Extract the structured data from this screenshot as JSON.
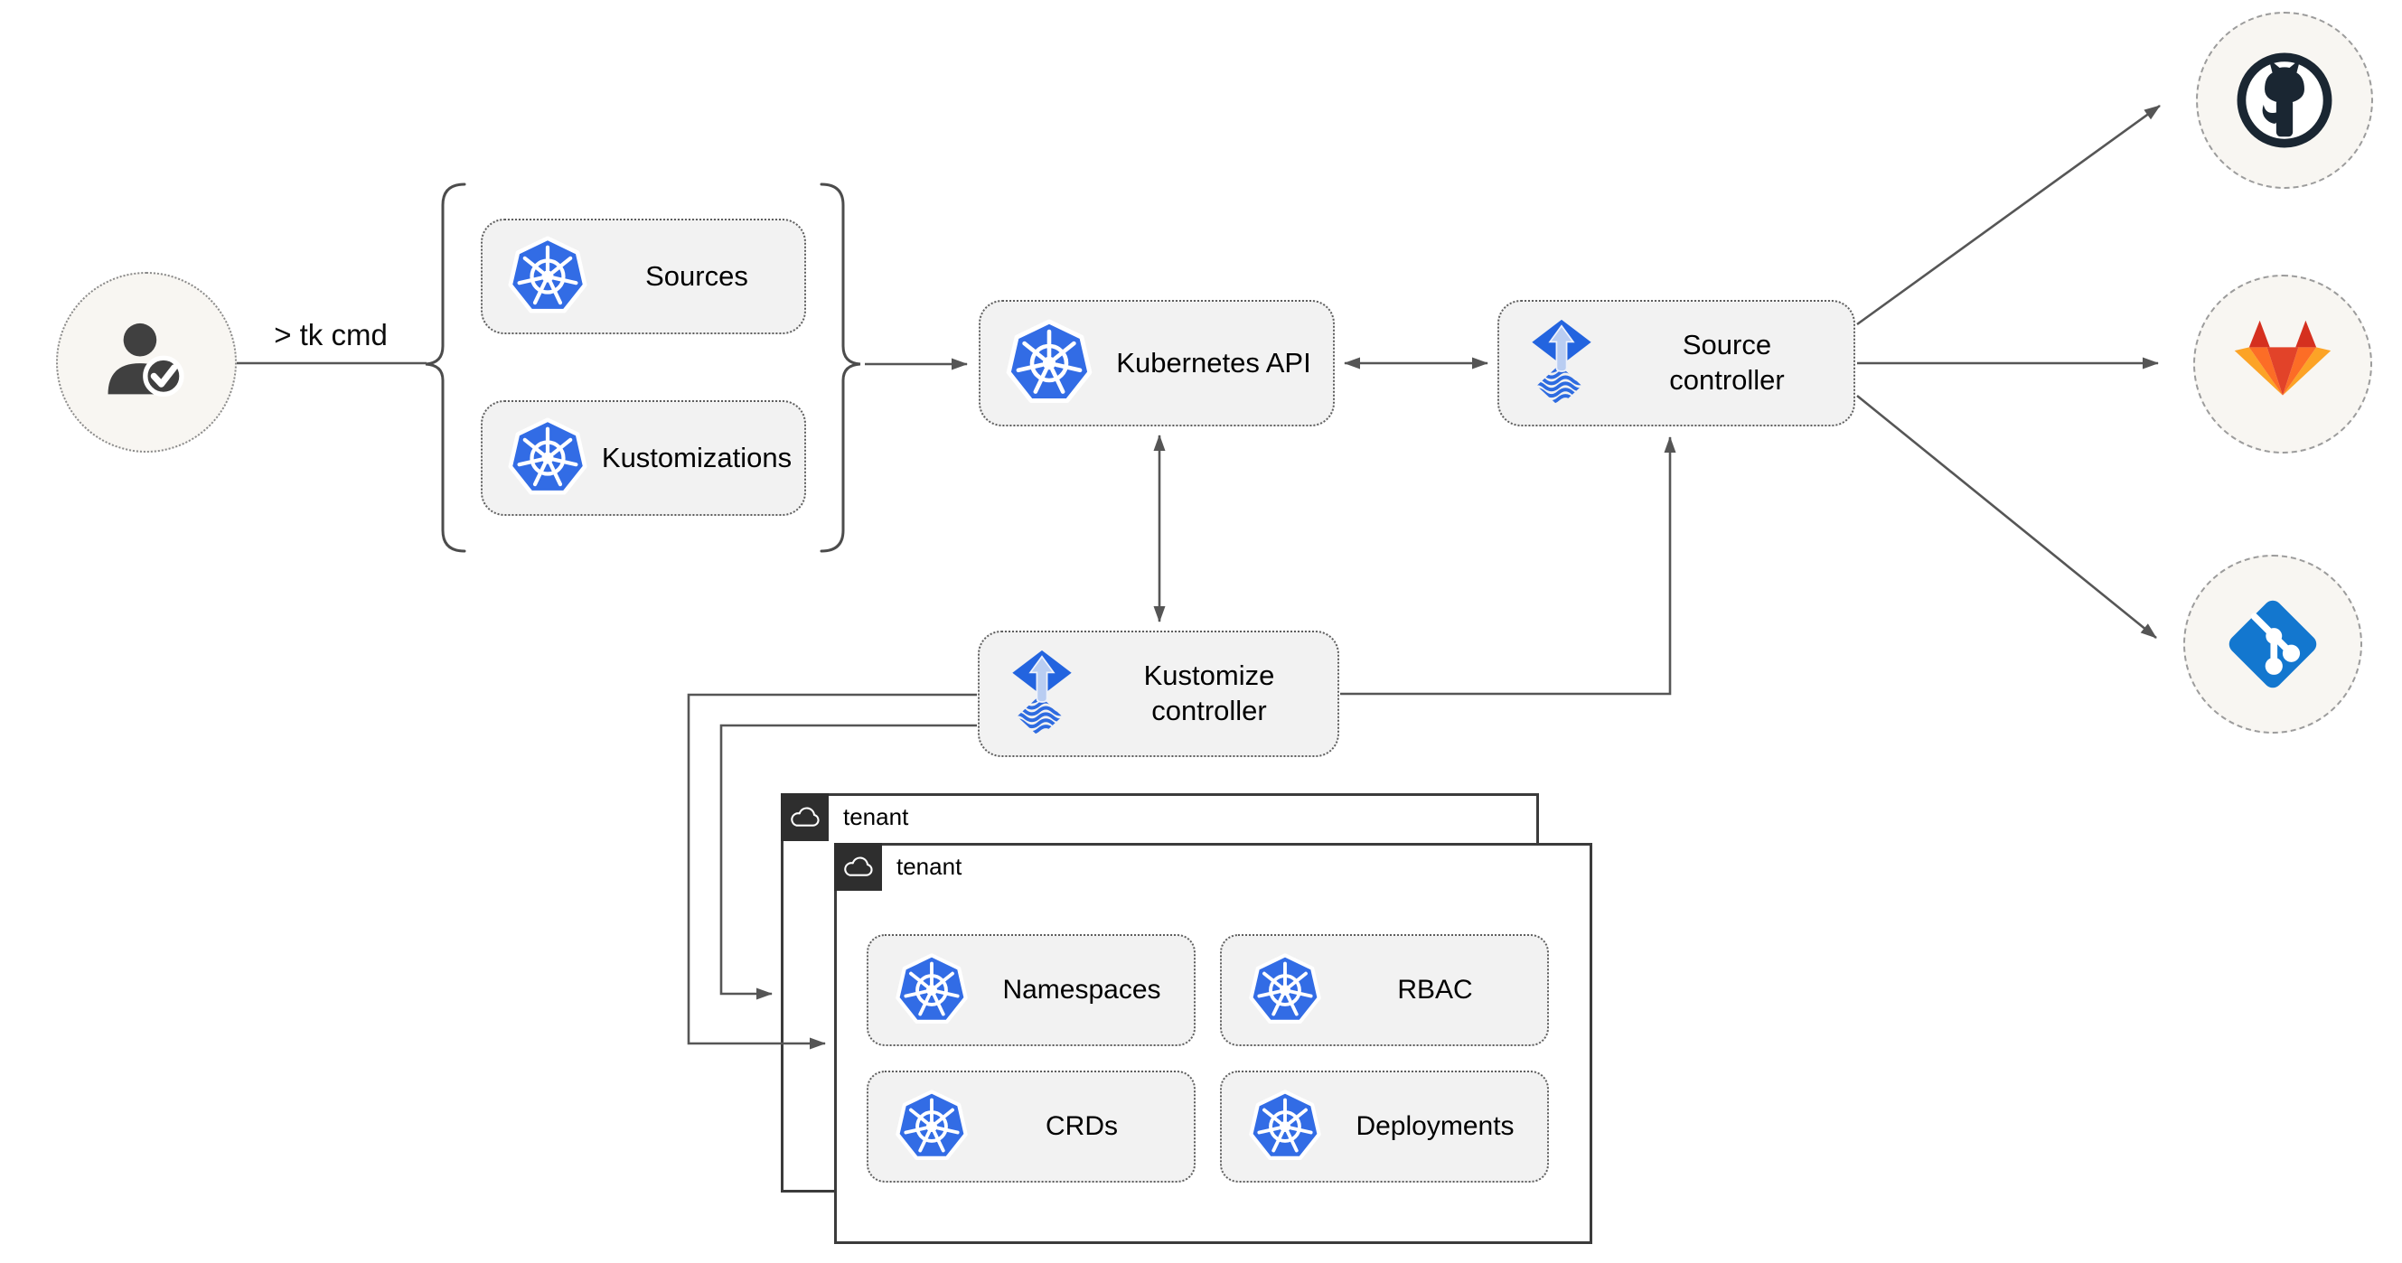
{
  "colors": {
    "kubernetes_blue": "#326ce5",
    "flux_diamond_blue": "#2364df",
    "flux_wave_blue": "#2e6be0",
    "flux_arrow_light": "#b9cdf2",
    "github_dark": "#1a2632",
    "git_blue": "#1377cf",
    "gitlab_dark_red": "#d5301f",
    "gitlab_red": "#e24329",
    "gitlab_orange": "#fc6d26",
    "gitlab_amber": "#fca326",
    "node_fill": "#f2f2f2",
    "connector_gray": "#565656",
    "tenant_header_dark": "#2e2e2e"
  },
  "user": {
    "command_label": "> tk cmd"
  },
  "nodes": {
    "sources": {
      "label": "Sources",
      "icon": "kubernetes-icon"
    },
    "kustomizations": {
      "label": "Kustomizations",
      "icon": "kubernetes-icon"
    },
    "kubernetes_api": {
      "label": "Kubernetes API",
      "icon": "kubernetes-icon"
    },
    "source_controller": {
      "label": "Source controller",
      "icon": "flux-icon"
    },
    "kustomize_controller": {
      "label": "Kustomize controller",
      "icon": "flux-icon"
    }
  },
  "tenants": {
    "back": {
      "label": "tenant",
      "icon": "cloud-icon"
    },
    "front": {
      "label": "tenant",
      "icon": "cloud-icon"
    }
  },
  "resources": {
    "namespaces": {
      "label": "Namespaces",
      "icon": "kubernetes-icon"
    },
    "rbac": {
      "label": "RBAC",
      "icon": "kubernetes-icon"
    },
    "crds": {
      "label": "CRDs",
      "icon": "kubernetes-icon"
    },
    "deployments": {
      "label": "Deployments",
      "icon": "kubernetes-icon"
    }
  },
  "providers": {
    "github": {
      "icon": "github-logo"
    },
    "gitlab": {
      "icon": "gitlab-logo"
    },
    "git": {
      "icon": "git-logo"
    }
  }
}
